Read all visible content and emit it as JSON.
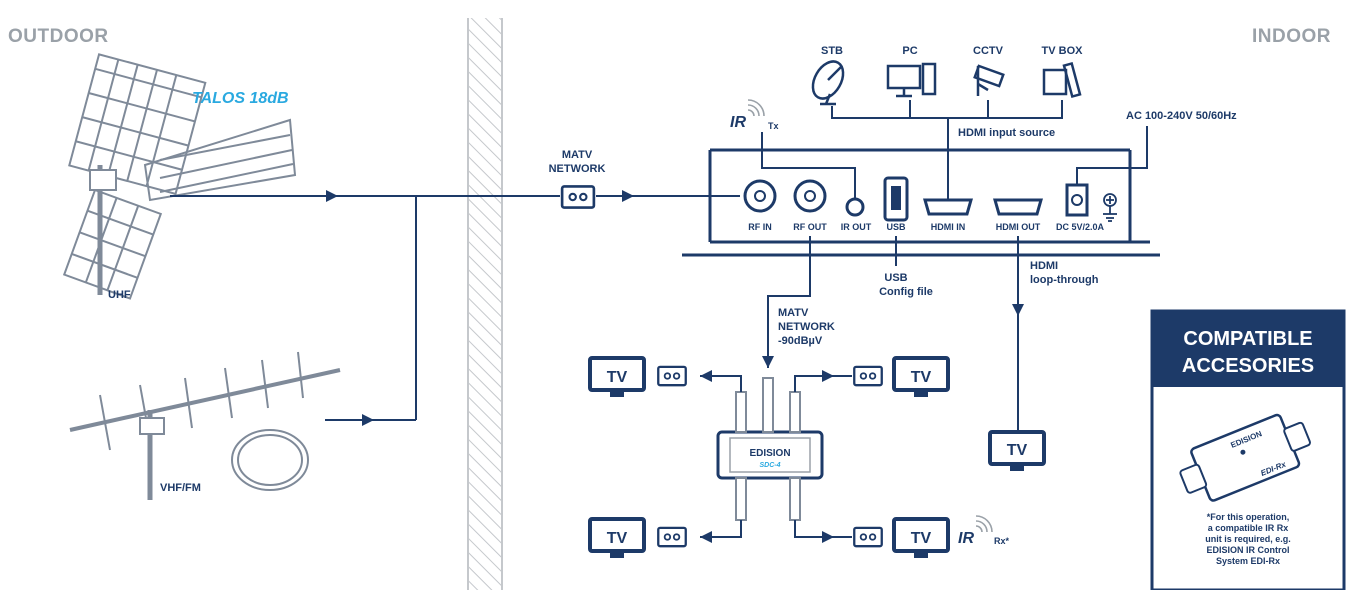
{
  "sides": {
    "outdoor": "OUTDOOR",
    "indoor": "INDOOR"
  },
  "antennas": {
    "talos": "TALOS 18dB",
    "uhf": "UHF",
    "vhf": "VHF/FM"
  },
  "matv_network": {
    "line1": "MATV",
    "line2": "NETWORK"
  },
  "ir_tx": {
    "ir": "IR",
    "tx": "Tx"
  },
  "sources": {
    "stb": "STB",
    "pc": "PC",
    "cctv": "CCTV",
    "tvbox": "TV BOX",
    "caption": "HDMI input source"
  },
  "power": "AC 100-240V 50/60Hz",
  "ports": {
    "rf_in": "RF IN",
    "rf_out": "RF OUT",
    "ir_out": "IR OUT",
    "usb": "USB",
    "hdmi_in": "HDMI IN",
    "hdmi_out": "HDMI OUT",
    "dc": "DC 5V/2.0A"
  },
  "usb_note": {
    "line1": "USB",
    "line2": "Config file"
  },
  "hdmi_note": {
    "line1": "HDMI",
    "line2": "loop-through"
  },
  "matv_level": {
    "line1": "MATV",
    "line2": "NETWORK",
    "line3": "-90dBµV"
  },
  "tv": "TV",
  "splitter": {
    "brand": "EDISION",
    "model": "SDC-4"
  },
  "ir_rx": {
    "ir": "IR",
    "rx": "Rx*"
  },
  "accessories": {
    "title1": "COMPATIBLE",
    "title2": "ACCESORIES",
    "device_brand": "EDISION",
    "device_model": "EDI-Rx",
    "note": [
      "*For this operation,",
      "a compatible IR Rx",
      "unit is required, e.g.",
      "EDISION IR Control",
      "System EDI-Rx"
    ]
  },
  "colors": {
    "navy": "#1d3a68",
    "grey": "#9aa1a8",
    "talos": "#2aa9e0"
  }
}
